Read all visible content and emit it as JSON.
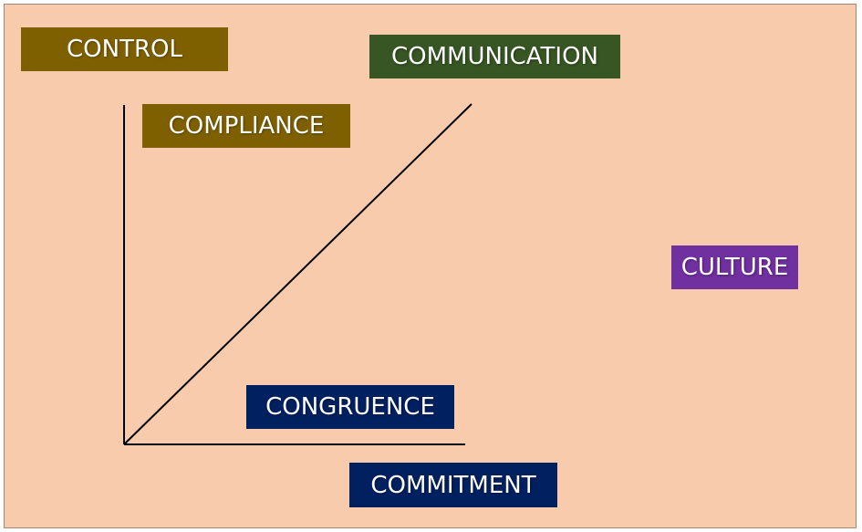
{
  "labels": {
    "control": "CONTROL",
    "communication": "COMMUNICATION",
    "compliance": "COMPLIANCE",
    "culture": "CULTURE",
    "congruence": "CONGRUENCE",
    "commitment": "COMMITMENT"
  },
  "colors": {
    "background": "#f8cbad",
    "olive": "#7f6000",
    "green": "#375623",
    "purple": "#7030a0",
    "navy": "#002060",
    "line": "#000000",
    "text": "#ffffff"
  }
}
